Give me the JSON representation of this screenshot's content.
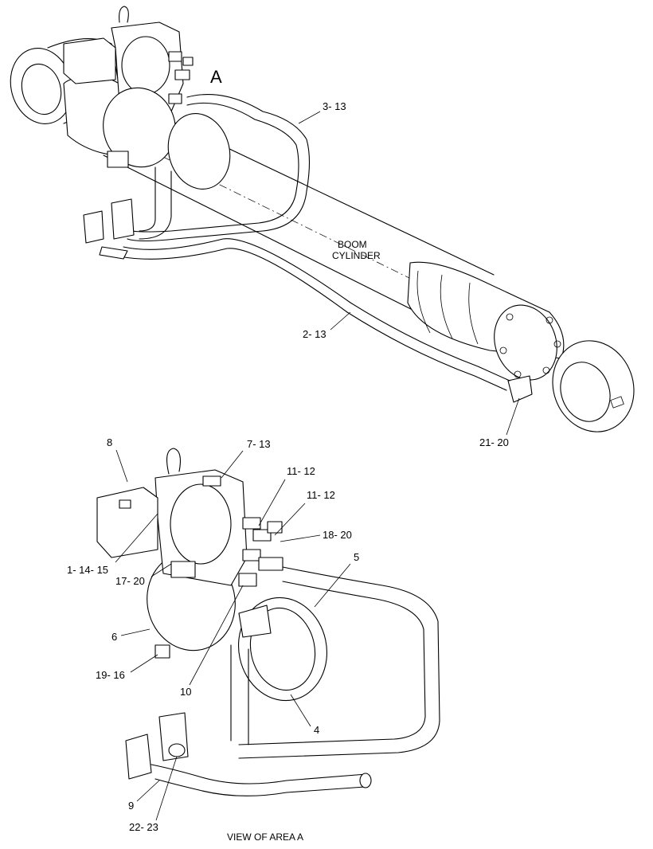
{
  "view_marker": "A",
  "part_name_line1": "BOOM",
  "part_name_line2": "CYLINDER",
  "caption": "VIEW OF AREA A",
  "callouts": {
    "c_3_13": "3- 13",
    "c_2_13": "2- 13",
    "c_21_20": "21- 20",
    "c_8": "8",
    "c_7_13": "7- 13",
    "c_11_12_a": "11- 12",
    "c_11_12_b": "11- 12",
    "c_18_20": "18- 20",
    "c_5": "5",
    "c_1_14_15": "1- 14- 15",
    "c_17_20": "17- 20",
    "c_6": "6",
    "c_19_16": "19- 16",
    "c_10": "10",
    "c_4": "4",
    "c_9": "9",
    "c_22_23": "22- 23"
  }
}
